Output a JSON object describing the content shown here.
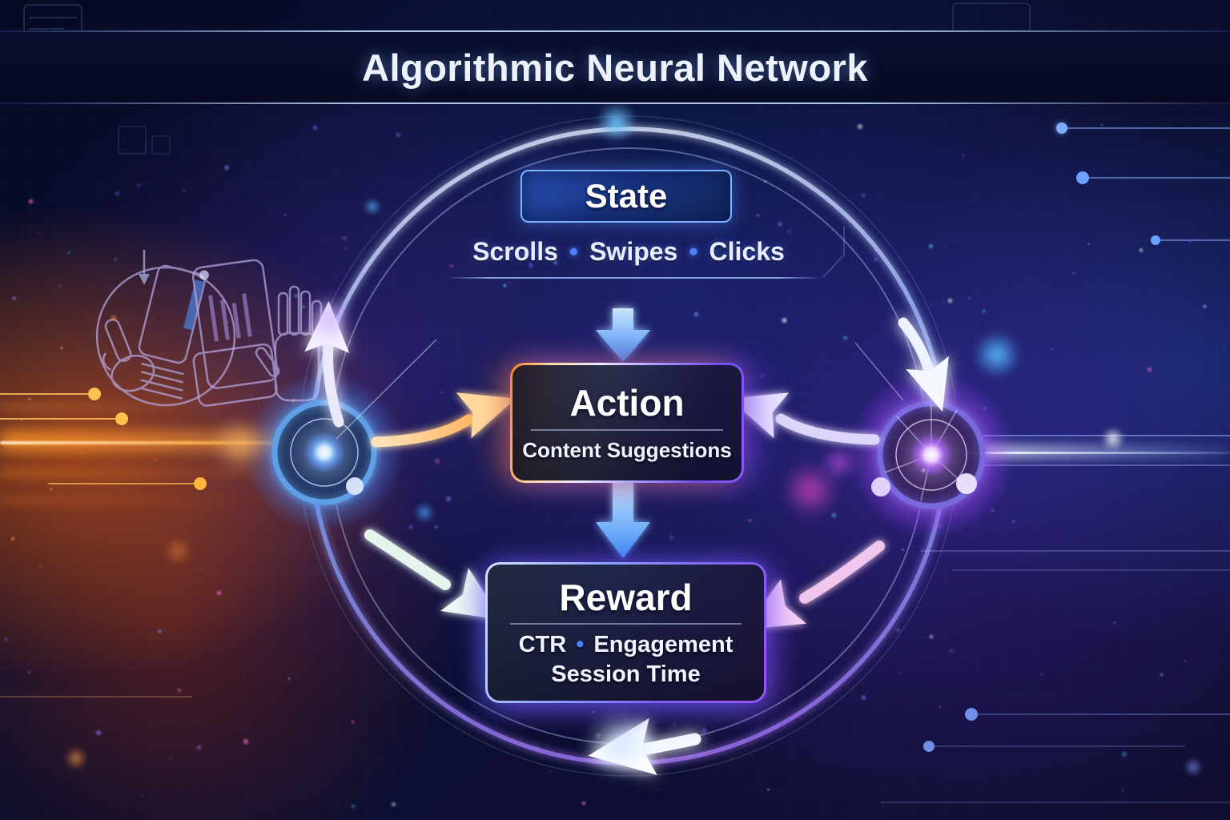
{
  "title": "Algorithmic Neural Network",
  "loop": {
    "state": {
      "label": "State",
      "items": [
        "Scrolls",
        "Swipes",
        "Clicks"
      ],
      "separator": "•"
    },
    "action": {
      "label": "Action",
      "subtitle": "Content Suggestions"
    },
    "reward": {
      "label": "Reward",
      "metrics": [
        "CTR",
        "Engagement"
      ],
      "separator": "•",
      "secondary": "Session Time"
    }
  },
  "icons": [
    {
      "name": "phone-tap-icon"
    },
    {
      "name": "phone-swipe-icon"
    },
    {
      "name": "down-arrow-icon"
    }
  ],
  "colors": {
    "background": "#070B26",
    "ring": "#9DB8F0",
    "state_fill": "#1D3F96",
    "state_border": "#7FB2FF",
    "bullet": "#4D7FFF",
    "action_border_left": "#FF7F24",
    "action_border_right": "#6F4CF0",
    "reward_border": "#7E62F0",
    "node_left_glow": "#4DA3FF",
    "node_right_glow": "#B35CFF",
    "orange_beam": "#FF8C28",
    "arrow_blue": "#5B9CF5"
  }
}
